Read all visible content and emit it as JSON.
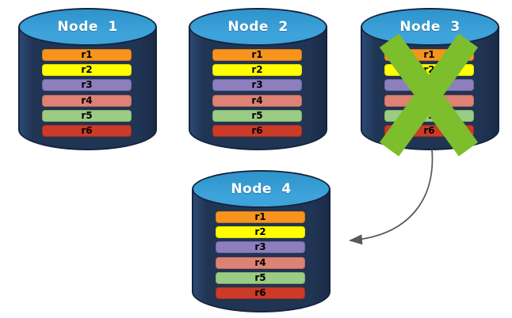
{
  "diagram": {
    "title": "database-node-replication-failover",
    "background": "#ffffff",
    "colors": {
      "cylinder_body": "#203454",
      "cylinder_outline": "#142440",
      "cylinder_top": "#3a9cd4",
      "title_text": "#ffffff",
      "x_mark": "#7cbe2b",
      "arrow": "#595959"
    },
    "rows": [
      {
        "label": "r1",
        "fill": "#f7941e",
        "border": "#d87a10"
      },
      {
        "label": "r2",
        "fill": "#ffff00",
        "border": "#e8dc00"
      },
      {
        "label": "r3",
        "fill": "#8d7ebe",
        "border": "#7465a8"
      },
      {
        "label": "r4",
        "fill": "#de8273",
        "border": "#c4695a"
      },
      {
        "label": "r5",
        "fill": "#9ccb84",
        "border": "#7fb169"
      },
      {
        "label": "r6",
        "fill": "#cc3a28",
        "border": "#a92d1c"
      }
    ],
    "nodes": [
      {
        "id": "node-1",
        "label": "Node 1",
        "failed": false
      },
      {
        "id": "node-2",
        "label": "Node 2",
        "failed": false
      },
      {
        "id": "node-3",
        "label": "Node 3",
        "failed": true
      },
      {
        "id": "node-4",
        "label": "Node 4",
        "failed": false
      }
    ],
    "arrow": {
      "from": "node-3",
      "to": "node-4"
    }
  }
}
